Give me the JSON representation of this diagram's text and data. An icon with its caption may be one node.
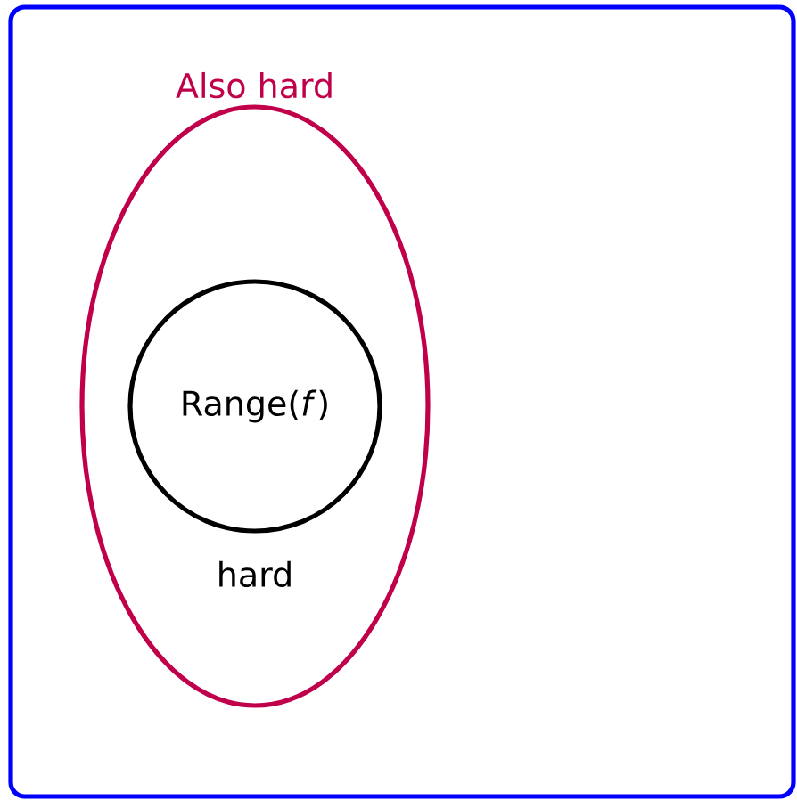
{
  "diagram": {
    "nodes": [
      {
        "text": [],
        "shape": "box"
      },
      {
        "text": [
          "Also hard"
        ],
        "in": 0
      },
      {
        "text": [
          "Range(*f*)"
        ],
        "beside": [
          "hard"
        ],
        "in": 1
      }
    ]
  }
}
